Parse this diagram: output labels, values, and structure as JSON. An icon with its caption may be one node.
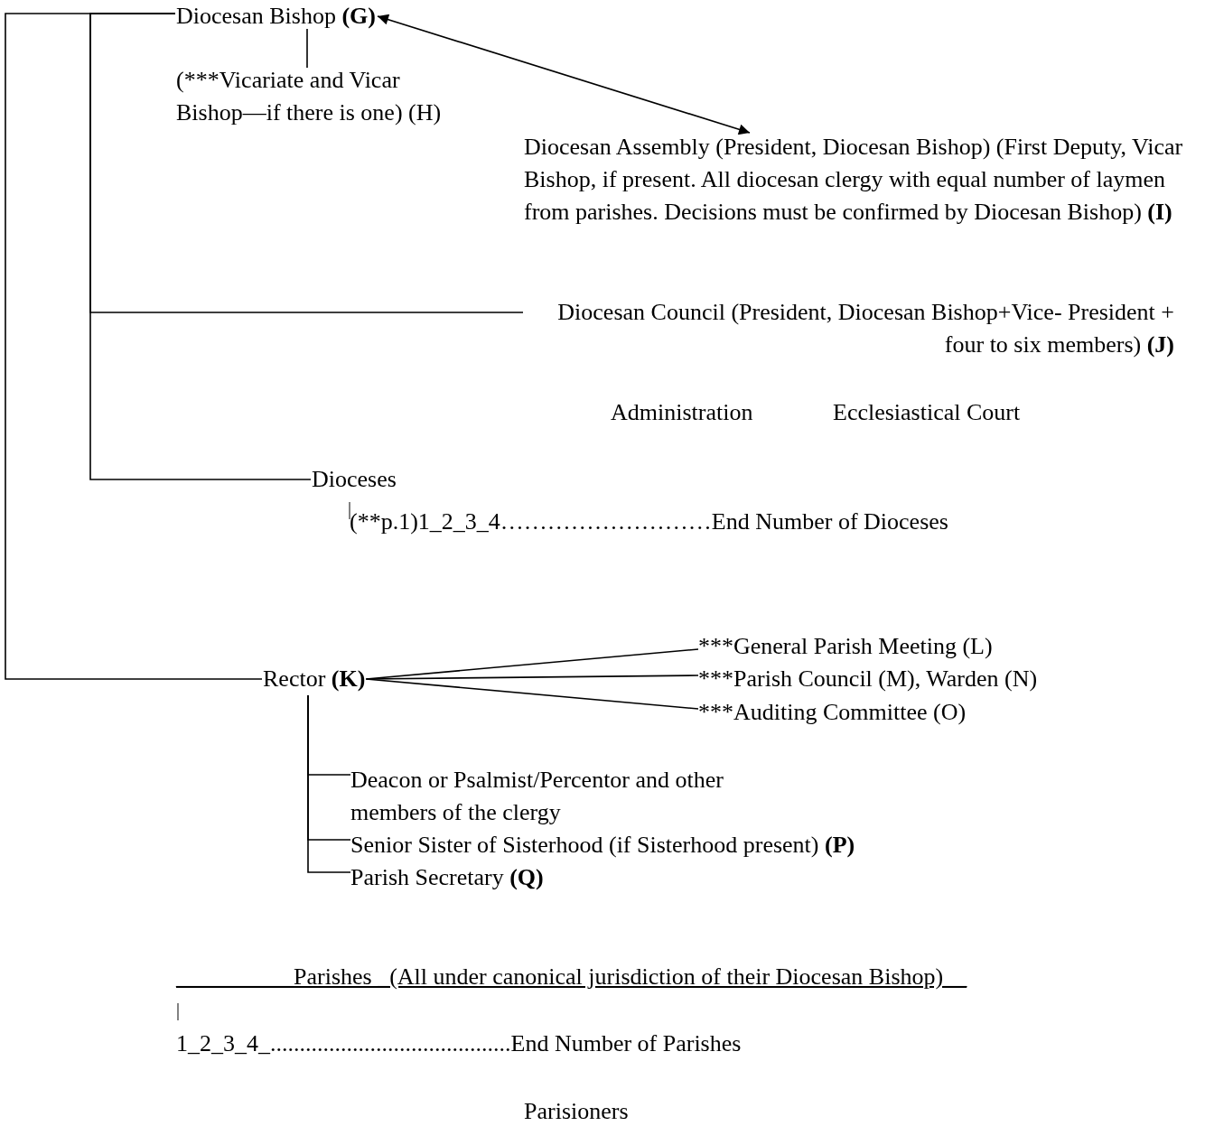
{
  "diagram": {
    "nodes": [
      {
        "text": [
          "Diocesan Bishop **(G)**"
        ]
      },
      {
        "text": [
          "(***Vicariate and Vicar Bishop—if there is one) (H)"
        ]
      },
      {
        "text": [
          "Diocesan Assembly (President, Diocesan Bishop) (First Deputy, Vicar Bishop, if present. All diocesan clergy with equal number of laymen from parishes.  Decisions must be confirmed by Diocesan Bishop) **(I)**"
        ]
      },
      {
        "text": [
          "Diocesan Council (President, Diocesan Bishop+Vice- President + four to six members) **(J)**"
        ]
      },
      {
        "text": [
          "Dioceses"
        ]
      },
      {
        "text": [
          "Rector **(K)**"
        ]
      },
      {
        "text": [
          "***General Parish Meeting (L)"
        ]
      },
      {
        "text": [
          "***Parish Council (M), Warden (N)"
        ]
      },
      {
        "text": [
          "***Auditing Committee (O)"
        ]
      },
      {
        "text": [
          "Deacon or Psalmist/Percentor and other members of the clergy"
        ]
      },
      {
        "text": [
          "Senior Sister of Sisterhood (if Sisterhood present) **(P)**"
        ]
      },
      {
        "text": [
          "Parish Secretary **(Q)**"
        ]
      }
    ],
    "edges": [
      {
        "from": 0,
        "to": 1,
        "arrow": "none"
      },
      {
        "from": 0,
        "to": 2,
        "arrow": "both"
      },
      {
        "from": 0,
        "to": 3,
        "arrow": "none"
      },
      {
        "from": 0,
        "to": 4,
        "arrow": "none"
      },
      {
        "from": 0,
        "to": 5,
        "arrow": "none"
      },
      {
        "from": 5,
        "to": 6,
        "arrow": "none"
      },
      {
        "from": 5,
        "to": 7,
        "arrow": "none"
      },
      {
        "from": 5,
        "to": 8,
        "arrow": "none"
      },
      {
        "from": 5,
        "to": 9,
        "arrow": "none"
      },
      {
        "from": 5,
        "to": 10,
        "arrow": "none"
      },
      {
        "from": 5,
        "to": 11,
        "arrow": "none"
      }
    ],
    "labels": [
      "Administration",
      "Ecclesiastical Court",
      "|",
      "(**p.1)1_2_3_4………………………End Number of Dioceses",
      "__________Parishes _(All under canonical jurisdiction of their Diocesan Bishop)__",
      "|",
      "1_2_3_4_.........................................End Number of Parishes",
      "Parisioners"
    ]
  }
}
